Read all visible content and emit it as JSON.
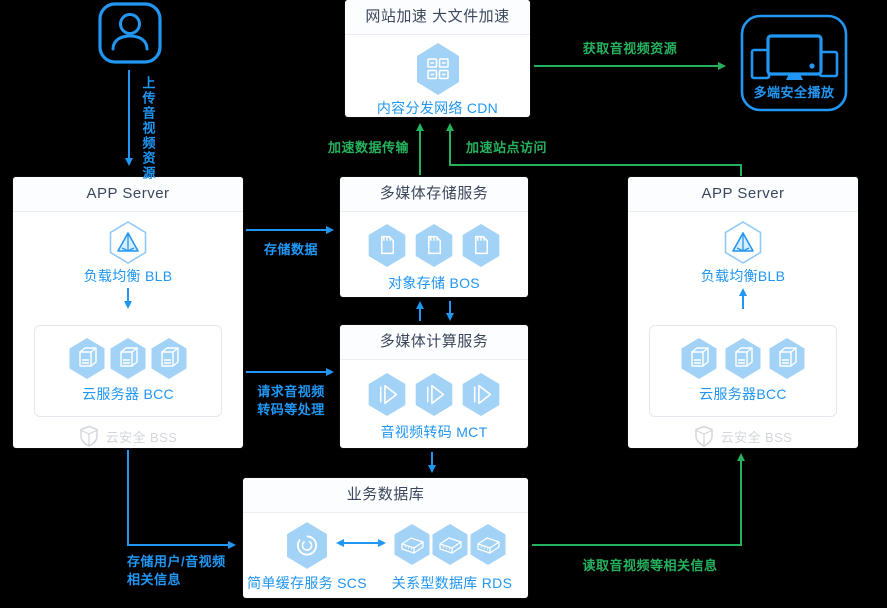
{
  "colors": {
    "accent_blue": "#2196f3",
    "accent_green": "#26b15e",
    "hex_fill": "#a3d2f7",
    "muted_gray": "#d3d6dc",
    "header_text": "#3b475c"
  },
  "user_flow": {
    "upload_label": "上传音视频资源"
  },
  "cdn_box": {
    "title": "网站加速 大文件加速",
    "label": "内容分发网络 CDN"
  },
  "player_box": {
    "label": "多端安全播放"
  },
  "app_server_left": {
    "title": "APP Server",
    "blb_label": "负载均衡 BLB",
    "bcc_label": "云服务器 BCC",
    "bss_label": "云安全 BSS"
  },
  "app_server_right": {
    "title": "APP Server",
    "blb_label": "负载均衡BLB",
    "bcc_label": "云服务器BCC",
    "bss_label": "云安全 BSS"
  },
  "storage_box": {
    "title": "多媒体存储服务",
    "label": "对象存储 BOS"
  },
  "compute_box": {
    "title": "多媒体计算服务",
    "label": "音视频转码 MCT"
  },
  "database_box": {
    "title": "业务数据库",
    "scs_label": "简单缓存服务 SCS",
    "rds_label": "关系型数据库 RDS"
  },
  "arrows": {
    "get_av_resources": "获取音视频资源",
    "store_data": "存储数据",
    "request_transcode_1": "请求音视频",
    "request_transcode_2": "转码等处理",
    "accelerate_data": "加速数据传输",
    "accelerate_site": "加速站点访问",
    "store_user_info_1": "存储用户/音视频",
    "store_user_info_2": "相关信息",
    "read_av_info": "读取音视频等相关信息"
  }
}
